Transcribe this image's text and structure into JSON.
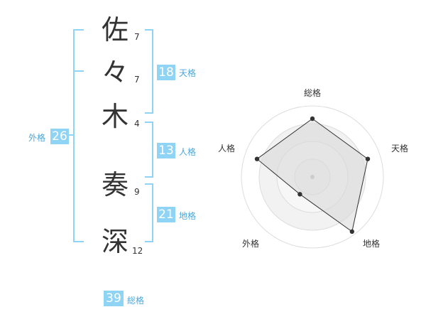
{
  "name": {
    "characters": [
      {
        "char": "佐",
        "strokes": "7"
      },
      {
        "char": "々",
        "strokes": "7"
      },
      {
        "char": "木",
        "strokes": "4"
      },
      {
        "char": "奏",
        "strokes": "9"
      },
      {
        "char": "深",
        "strokes": "12"
      }
    ]
  },
  "kakusu": {
    "tenkaku": {
      "value": "18",
      "label": "天格"
    },
    "jinkaku": {
      "value": "13",
      "label": "人格"
    },
    "chikaku": {
      "value": "21",
      "label": "地格"
    },
    "gaikaku": {
      "value": "26",
      "label": "外格"
    },
    "soukaku": {
      "value": "39",
      "label": "総格"
    }
  },
  "colors": {
    "accent": "#8fd3f5",
    "accent_text": "#4aa8dc",
    "radar_fill": "#e8e8e8"
  },
  "chart_data": {
    "type": "radar",
    "axes": [
      "総格",
      "天格",
      "地格",
      "外格",
      "人格"
    ],
    "values": [
      0.82,
      0.82,
      0.95,
      0.3,
      0.82
    ],
    "levels": 4,
    "max": 1
  }
}
